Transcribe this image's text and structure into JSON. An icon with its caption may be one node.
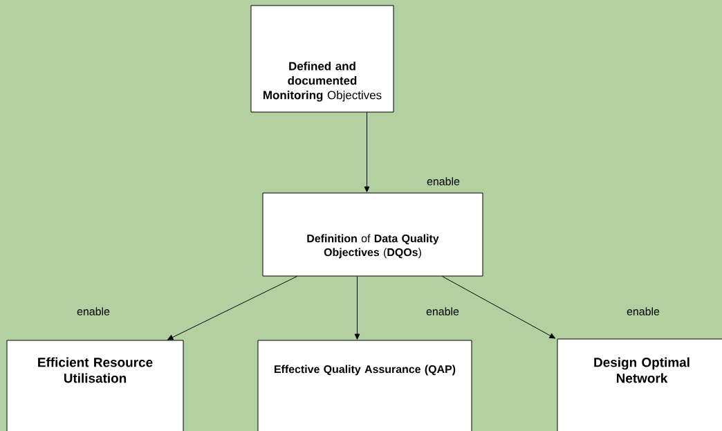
{
  "diagram": {
    "nodes": [
      {
        "text": [
          "**Defined and documented Monitoring** Objectives"
        ]
      },
      {
        "text": [
          "**Definition** of **Data Quality Objectives** (**DQOs**)"
        ]
      },
      {
        "text": [
          "Efficient Resource Utilisation"
        ]
      },
      {
        "text": [
          "**Effective Quality Assurance** (**QAP**)"
        ]
      },
      {
        "text": [
          "Design Optimal Network"
        ]
      }
    ],
    "edges": [
      {
        "from": 0,
        "to": 1,
        "arrow": "to"
      },
      {
        "from": 1,
        "to": 2,
        "arrow": "to"
      },
      {
        "from": 1,
        "to": 3,
        "arrow": "to"
      },
      {
        "from": 1,
        "to": 4,
        "arrow": "to"
      }
    ],
    "labels": [
      "enable",
      "enable",
      "enable",
      "enable"
    ]
  }
}
